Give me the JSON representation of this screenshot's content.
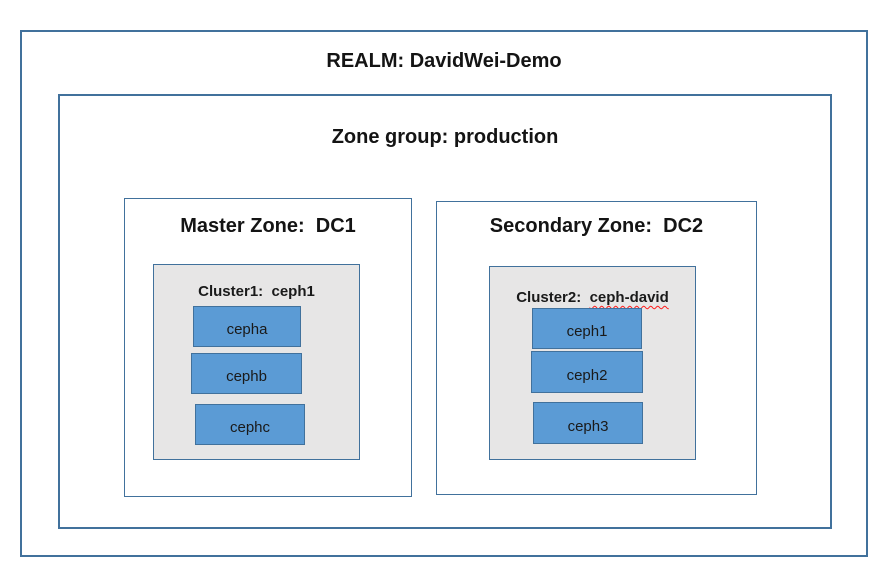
{
  "realm": {
    "title": "REALM: DavidWei-Demo"
  },
  "zone_group": {
    "title": "Zone group: production"
  },
  "zones": [
    {
      "title": "Master Zone:  DC1",
      "cluster": {
        "label_prefix": "Cluster1:  ",
        "label_name": "ceph1",
        "nodes": [
          "cepha",
          "cephb",
          "cephc"
        ]
      }
    },
    {
      "title": "Secondary Zone:  DC2",
      "cluster": {
        "label_prefix": "Cluster2:  ",
        "label_name": "ceph-david",
        "nodes": [
          "ceph1",
          "ceph2",
          "ceph3"
        ]
      }
    }
  ],
  "colors": {
    "border_blue": "#41719C",
    "node_fill": "#5B9BD5",
    "cluster_fill": "#E7E6E6",
    "spellcheck_underline": "#FF1A1A",
    "text": "#141414"
  }
}
